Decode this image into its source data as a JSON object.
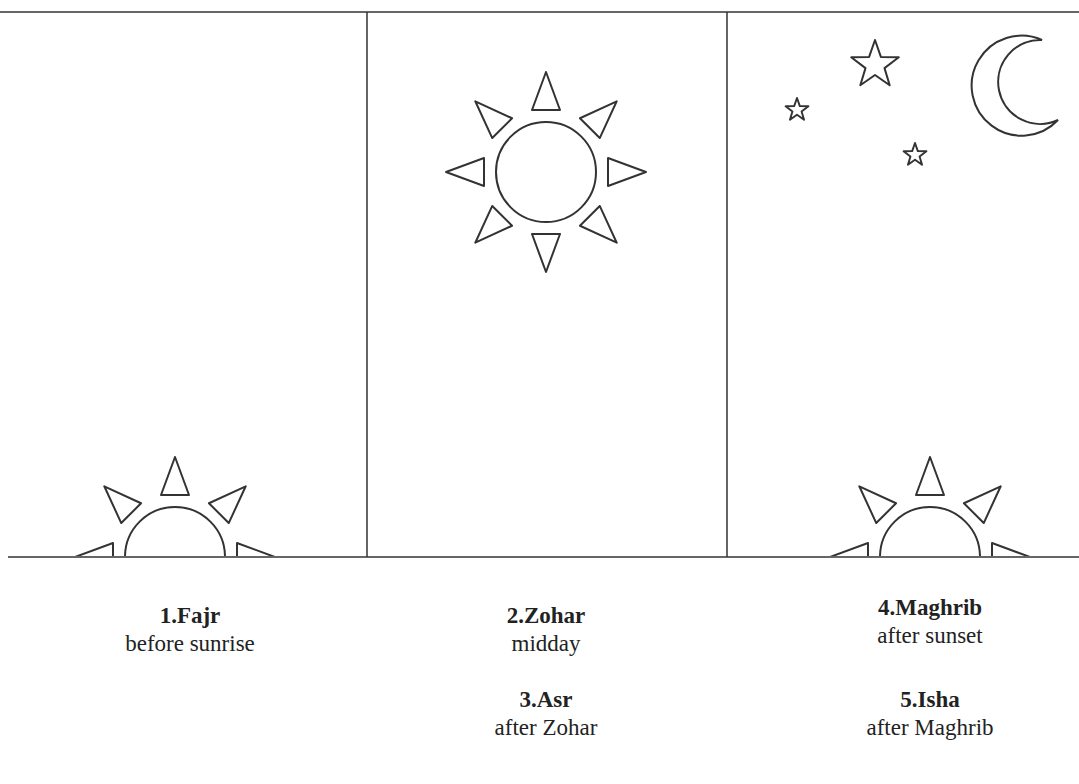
{
  "diagram": {
    "labels": [
      "1.Fajr",
      "before sunrise",
      "2.Zohar",
      "midday",
      "3.Asr",
      "after Zohar",
      "4.Maghrib",
      "after sunset",
      "5.Isha",
      "after Maghrib"
    ]
  }
}
